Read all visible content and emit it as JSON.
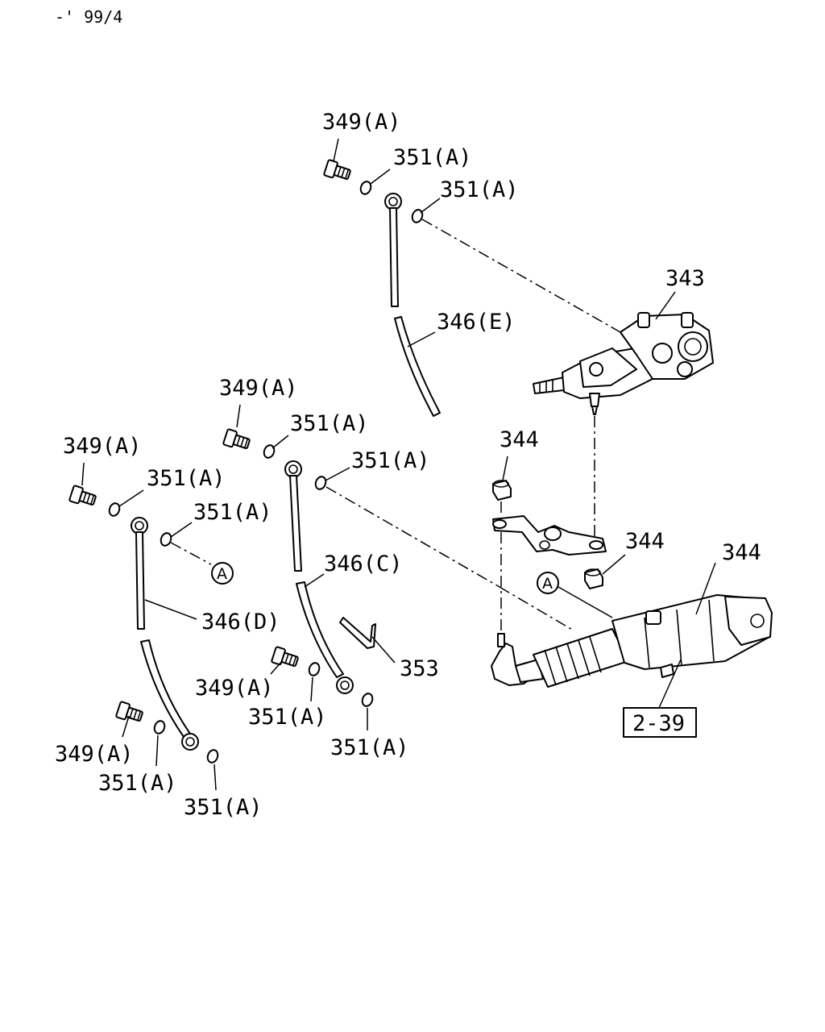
{
  "header": {
    "date_code": "-' 99/4"
  },
  "colors": {
    "ink": "#000000",
    "paper": "#ffffff"
  },
  "labels": {
    "l343": "343",
    "l344_a": "344",
    "l344_b": "344",
    "l344_c": "344",
    "l346e": "346(E)",
    "l346c": "346(C)",
    "l346d": "346(D)",
    "l349_top": "349(A)",
    "l349_mid": "349(A)",
    "l349_left": "349(A)",
    "l349_low": "349(A)",
    "l349_bottom": "349(A)",
    "l351_top1": "351(A)",
    "l351_top2": "351(A)",
    "l351_mid1": "351(A)",
    "l351_mid2": "351(A)",
    "l351_left1": "351(A)",
    "l351_left2": "351(A)",
    "l351_low1": "351(A)",
    "l351_low2": "351(A)",
    "l351_bot1": "351(A)",
    "l351_bot2": "351(A)",
    "l353": "353",
    "ref_box": "2-39",
    "circle_a1": "A",
    "circle_a2": "A"
  },
  "icons": [
    "banjo-bolt-icon",
    "sealing-washer-icon",
    "pipe-icon",
    "valve-body-icon",
    "nut-icon",
    "lever-bracket-icon",
    "clip-icon",
    "cylinder-icon"
  ]
}
